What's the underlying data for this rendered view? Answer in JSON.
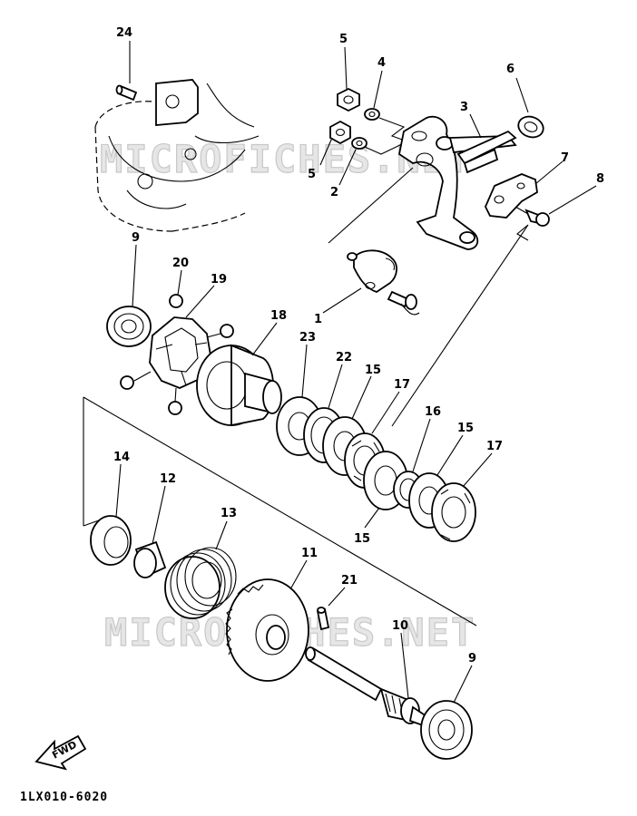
{
  "diagram_code": "1LX010-6020",
  "watermark": "MICROFICHES.NET",
  "fwd_label": "FWD",
  "callouts": [
    {
      "id": "c24",
      "text": "24"
    },
    {
      "id": "c5a",
      "text": "5"
    },
    {
      "id": "c4",
      "text": "4"
    },
    {
      "id": "c6",
      "text": "6"
    },
    {
      "id": "c3",
      "text": "3"
    },
    {
      "id": "c5b",
      "text": "5"
    },
    {
      "id": "c2",
      "text": "2"
    },
    {
      "id": "c7",
      "text": "7"
    },
    {
      "id": "c8",
      "text": "8"
    },
    {
      "id": "c1",
      "text": "1"
    },
    {
      "id": "c9a",
      "text": "9"
    },
    {
      "id": "c20",
      "text": "20"
    },
    {
      "id": "c19",
      "text": "19"
    },
    {
      "id": "c18",
      "text": "18"
    },
    {
      "id": "c23",
      "text": "23"
    },
    {
      "id": "c22",
      "text": "22"
    },
    {
      "id": "c15a",
      "text": "15"
    },
    {
      "id": "c17a",
      "text": "17"
    },
    {
      "id": "c16",
      "text": "16"
    },
    {
      "id": "c15b",
      "text": "15"
    },
    {
      "id": "c17b",
      "text": "17"
    },
    {
      "id": "c14",
      "text": "14"
    },
    {
      "id": "c12",
      "text": "12"
    },
    {
      "id": "c13",
      "text": "13"
    },
    {
      "id": "c15c",
      "text": "15"
    },
    {
      "id": "c11",
      "text": "11"
    },
    {
      "id": "c21",
      "text": "21"
    },
    {
      "id": "c10",
      "text": "10"
    },
    {
      "id": "c9b",
      "text": "9"
    }
  ]
}
